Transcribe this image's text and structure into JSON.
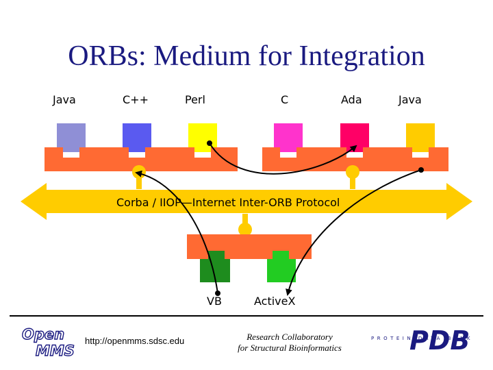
{
  "title": "ORBs: Medium for Integration",
  "languages": [
    "Java",
    "C++",
    "Perl",
    "C",
    "Ada",
    "Java"
  ],
  "protocol": "Corba / IIOP—Internet Inter-ORB Protocol",
  "bottom_components": [
    "VB",
    "ActiveX"
  ],
  "footer": {
    "url": "http://openmms.sdsc.edu",
    "org_line1": "Research Collaboratory",
    "org_line2": "for Structural Bioinformatics",
    "logo_open_line1": "Open",
    "logo_open_line2": "MMS",
    "logo_pdb": "PDB",
    "logo_pdb_tagline": "PROTEIN DATA BANK"
  },
  "colors": {
    "title": "#1a1a80",
    "bus": "#ffcc00",
    "orb": "#ff6a33",
    "java1": "#8f8fd6",
    "cpp": "#5a5af0",
    "perl": "#ffff00",
    "c": "#ff33cc",
    "ada": "#ff0066",
    "java2": "#ffcc00",
    "vb": "#1e8c1e",
    "activex": "#22cc22"
  }
}
